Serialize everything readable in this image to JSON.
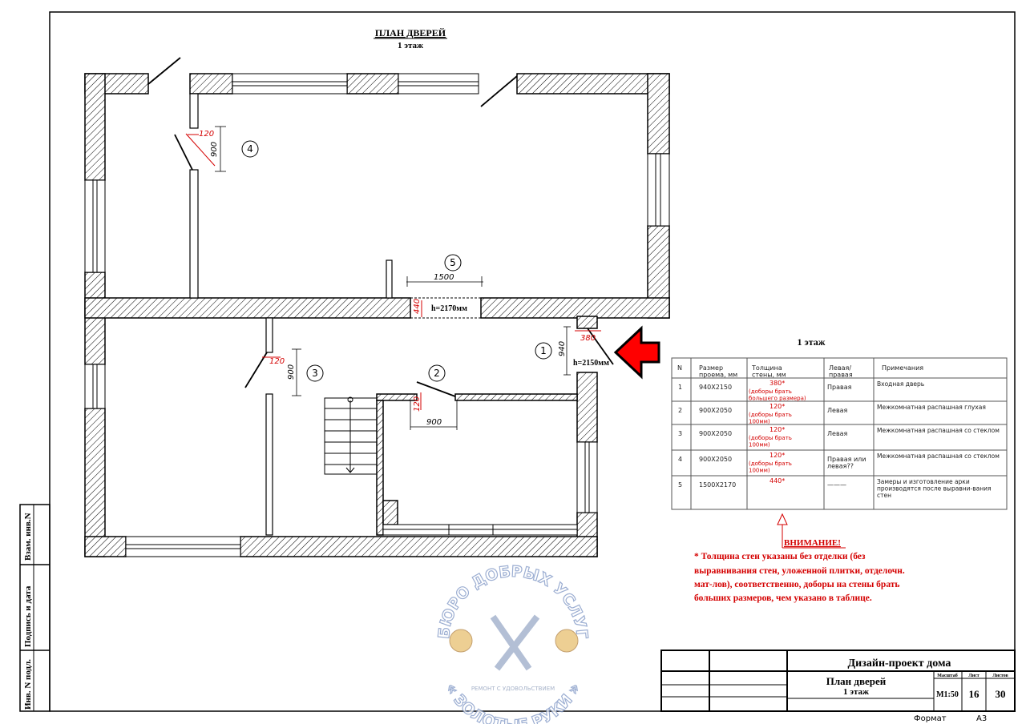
{
  "plan": {
    "title": "ПЛАН ДВЕРЕЙ",
    "subtitle": "1 этаж",
    "door_markers": [
      "1",
      "2",
      "3",
      "4",
      "5"
    ],
    "dims": {
      "d4_thickness": "120",
      "d4_width": "900",
      "d3_thickness": "120",
      "d3_width": "900",
      "d2_thickness": "120",
      "d2_width": "900",
      "d5_width": "1500",
      "d5_thickness": "440",
      "d5_height": "h=2170мм",
      "d1_width": "940",
      "d1_thickness": "380",
      "d1_height": "h=2150мм"
    }
  },
  "table": {
    "title": "1 этаж",
    "headers": [
      "N",
      "Размер проема, мм",
      "Толщина стены, мм",
      "Левая/ правая",
      "Примечания"
    ],
    "rows": [
      {
        "n": "1",
        "size": "940X2150",
        "thickness": "380*",
        "thickness_note": "(доборы брать большего размера)",
        "side": "Правая",
        "note": "Входная дверь"
      },
      {
        "n": "2",
        "size": "900X2050",
        "thickness": "120*",
        "thickness_note": "(доборы брать 100мм)",
        "side": "Левая",
        "note": "Межкомнатная распашная глухая"
      },
      {
        "n": "3",
        "size": "900X2050",
        "thickness": "120*",
        "thickness_note": "(доборы брать 100мм)",
        "side": "Левая",
        "note": "Межкомнатная распашная со стеклом"
      },
      {
        "n": "4",
        "size": "900X2050",
        "thickness": "120*",
        "thickness_note": "(доборы брать 100мм)",
        "side": "Правая или левая??",
        "note": "Межкомнатная распашная со стеклом"
      },
      {
        "n": "5",
        "size": "1500X2170",
        "thickness": "440*",
        "thickness_note": "",
        "side": "———",
        "note": "Замеры и изготовление арки производятся после выравни-вания стен"
      }
    ]
  },
  "warning": {
    "title": "ВНИМАНИЕ!",
    "lines": [
      "* Толщина стен указаны без отделки (без",
      "выравнивания стен, уложенной плитки, отделочн.",
      "мат-лов), соответственно, доборы на стены брать",
      "больших размеров, чем указано в таблице."
    ]
  },
  "stamp": {
    "labels": [
      "Взам. инв.N",
      "Подпись и дата",
      "Инв. N подл."
    ]
  },
  "title_block": {
    "project": "Дизайн-проект дома",
    "sheet_title": "План дверей",
    "sheet_subtitle": "1 этаж",
    "scale_label": "Масштаб",
    "sheet_label": "Лист",
    "sheets_label": "Листов",
    "scale": "М1:50",
    "sheet": "16",
    "sheets": "30",
    "format_label": "Формат",
    "format": "А3"
  },
  "watermark": {
    "top_text": "БЮРО ДОБРЫХ УСЛУГ",
    "bottom_text": "« ЗОЛОТЫЕ РУКИ »",
    "slogan": "РЕМОНТ С УДОВОЛЬСТВИЕМ"
  },
  "colors": {
    "red": "#d40000",
    "line": "#000000",
    "watermark": "#8aa0c8"
  }
}
